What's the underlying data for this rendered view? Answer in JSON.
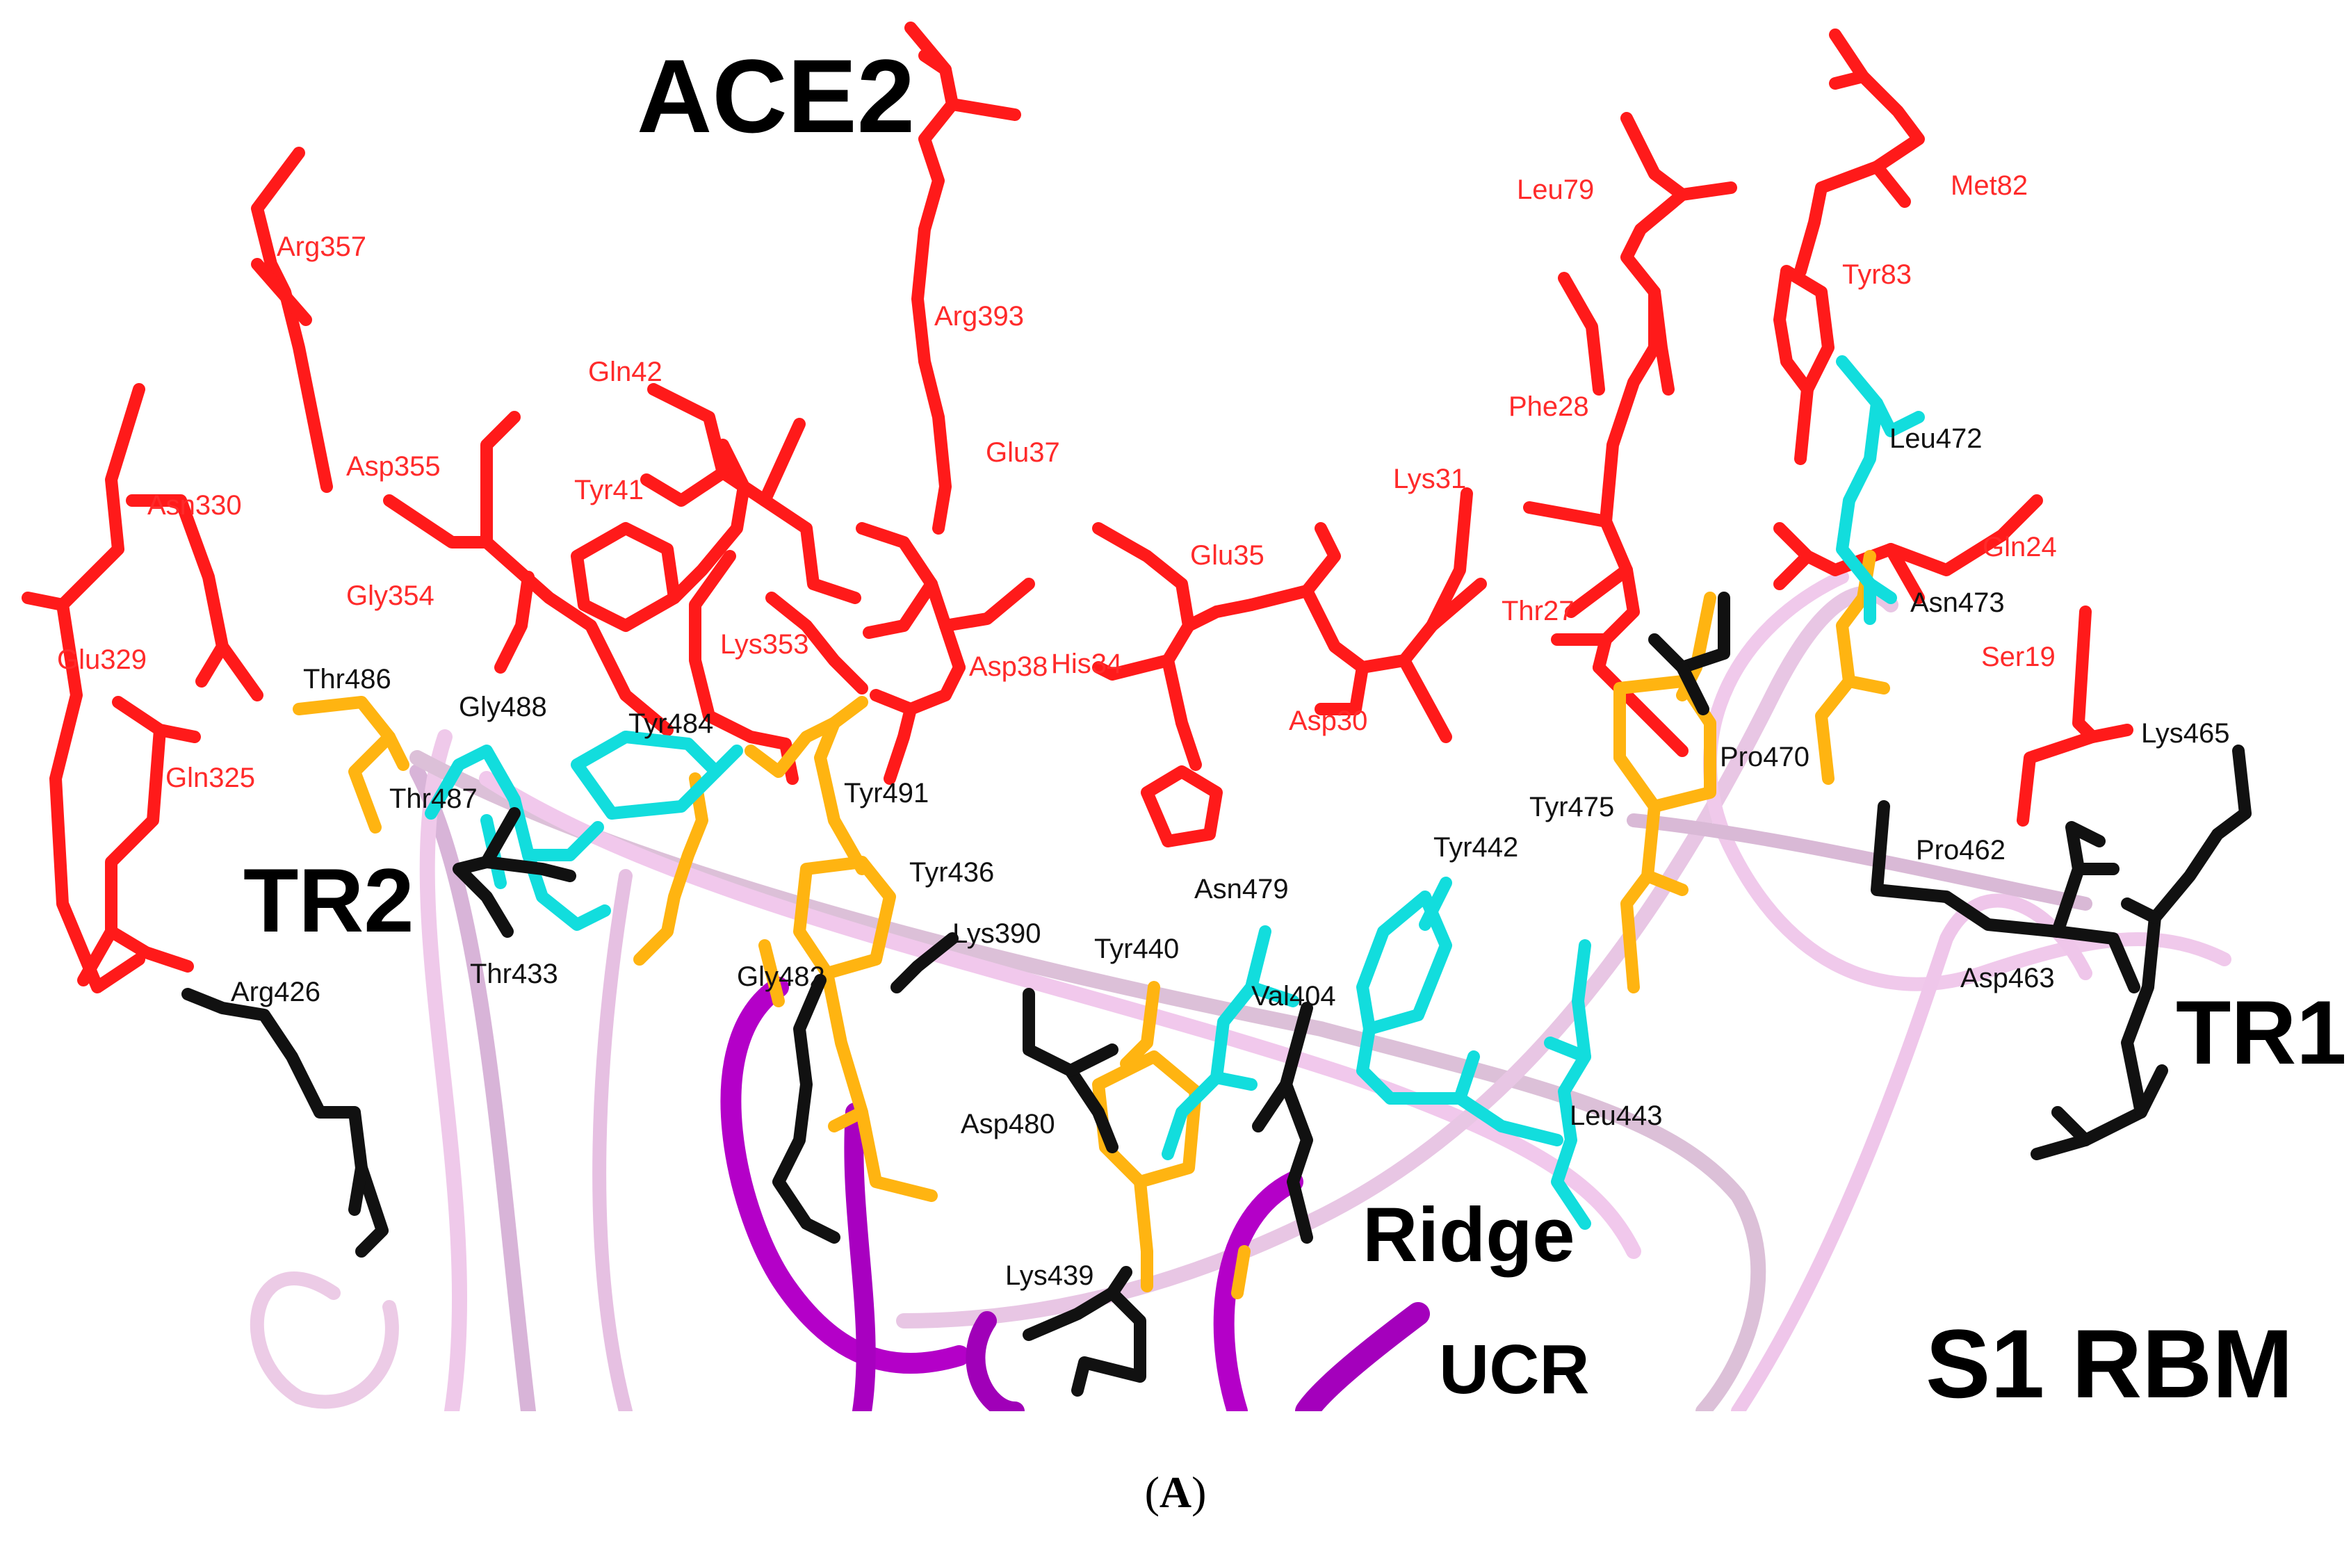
{
  "colors": {
    "ace2": "#ff1a1a",
    "ace2_label": "#ff2a2a",
    "scaffold": "#111111",
    "cyan": "#12dddd",
    "orange": "#ffb411",
    "ribbon_light": "#f0c8e8",
    "ribbon_mid": "#e6bde0",
    "ribbon_magenta": "#b400c8"
  },
  "big_labels": {
    "ace2": "ACE2",
    "tr2": "TR2",
    "tr1": "TR1",
    "ridge": "Ridge",
    "ucr": "UCR",
    "s1rbm": "S1 RBM"
  },
  "ace2_residues": [
    "Arg357",
    "Asn330",
    "Glu329",
    "Gln325",
    "Asp355",
    "Gly354",
    "Gln42",
    "Tyr41",
    "Lys353",
    "Arg393",
    "Glu37",
    "Asp38",
    "Glu35",
    "His34",
    "Asp30",
    "Lys31",
    "Thr27",
    "Phe28",
    "Leu79",
    "Tyr83",
    "Met82",
    "Gln24",
    "Ser19"
  ],
  "rbd_residues": [
    "Thr486",
    "Gly488",
    "Tyr484",
    "Thr487",
    "Tyr491",
    "Tyr436",
    "Thr433",
    "Arg426",
    "Lys390",
    "Gly482",
    "Tyr440",
    "Asn479",
    "Val404",
    "Asp480",
    "Lys439",
    "Tyr442",
    "Tyr475",
    "Leu443",
    "Pro470",
    "Leu472",
    "Asn473",
    "Lys465",
    "Pro462",
    "Asp463"
  ],
  "caption": {
    "open": "(",
    "letter": "A",
    "close": ")"
  }
}
